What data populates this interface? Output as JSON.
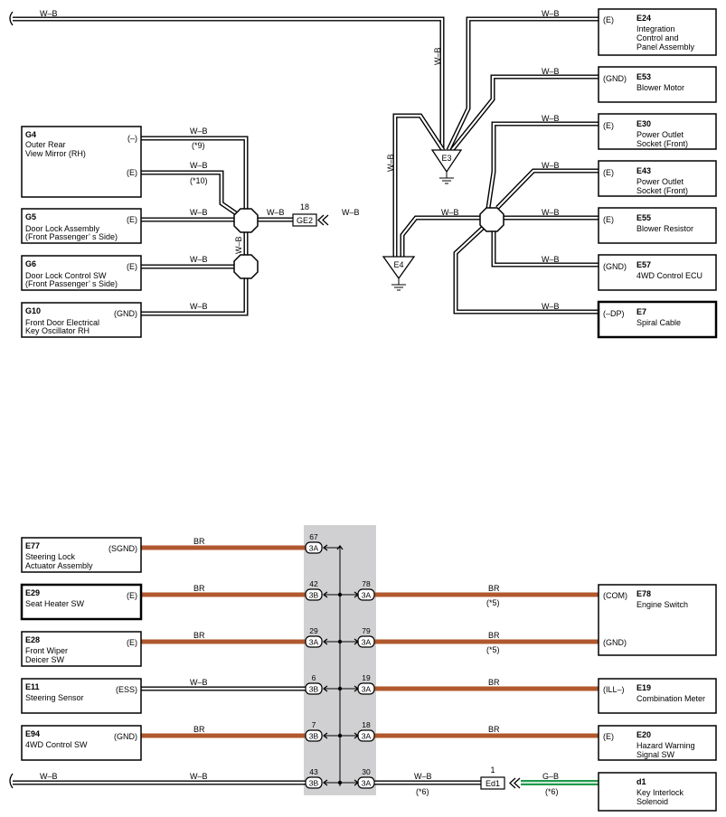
{
  "colors": {
    "wb_outline": "#000000",
    "br_wire": "#b0582e",
    "gb_wire": "#1f9a4a",
    "gb_core": "#ffffff",
    "jb_fill": "#d0d0d2"
  },
  "components": {
    "E24": {
      "code": "E24",
      "lines": [
        "Integration",
        "Control and",
        "Panel Assembly"
      ],
      "pin": "(E)"
    },
    "E53": {
      "code": "E53",
      "lines": [
        "Blower Motor"
      ],
      "pin": "(GND)"
    },
    "E30": {
      "code": "E30",
      "lines": [
        "Power Outlet",
        "Socket (Front)"
      ],
      "pin": "(E)"
    },
    "E43": {
      "code": "E43",
      "lines": [
        "Power Outlet",
        "Socket (Front)"
      ],
      "pin": "(E)"
    },
    "E55": {
      "code": "E55",
      "lines": [
        "Blower Resistor"
      ],
      "pin": "(E)"
    },
    "E57": {
      "code": "E57",
      "lines": [
        "4WD Control ECU"
      ],
      "pin": "(GND)"
    },
    "E7": {
      "code": "E7",
      "lines": [
        "Spiral Cable"
      ],
      "pin": "(–DP)"
    },
    "G4": {
      "code": "G4",
      "lines": [
        "Outer Rear",
        "View Mirror (RH)"
      ],
      "pin1": "(–)",
      "pin2": "(E)"
    },
    "G5": {
      "code": "G5",
      "lines": [
        "Door Lock Assembly",
        "(Front Passenger’ s Side)"
      ],
      "pin": "(E)"
    },
    "G6": {
      "code": "G6",
      "lines": [
        "Door Lock Control SW",
        "(Front Passenger’ s Side)"
      ],
      "pin": "(E)"
    },
    "G10": {
      "code": "G10",
      "lines": [
        "Front Door Electrical",
        "Key Oscillator RH"
      ],
      "pin": "(GND)"
    },
    "E77": {
      "code": "E77",
      "lines": [
        "Steering Lock",
        "Actuator Assembly"
      ],
      "pin": "(SGND)"
    },
    "E29": {
      "code": "E29",
      "lines": [
        "Seat Heater SW"
      ],
      "pin": "(E)"
    },
    "E28": {
      "code": "E28",
      "lines": [
        "Front Wiper",
        "Deicer SW"
      ],
      "pin": "(E)"
    },
    "E11": {
      "code": "E11",
      "lines": [
        "Steering Sensor"
      ],
      "pin": "(ESS)"
    },
    "E94": {
      "code": "E94",
      "lines": [
        "4WD Control SW"
      ],
      "pin": "(GND)"
    },
    "E78": {
      "code": "E78",
      "lines": [
        "Engine Switch"
      ],
      "pin1": "(COM)",
      "pin2": "(GND)"
    },
    "E19": {
      "code": "E19",
      "lines": [
        "Combination Meter"
      ],
      "pin": "(ILL–)"
    },
    "E20": {
      "code": "E20",
      "lines": [
        "Hazard Warning",
        "Signal SW"
      ],
      "pin": "(E)"
    },
    "d1": {
      "code": "d1",
      "lines": [
        "Key Interlock",
        "Solenoid"
      ]
    }
  },
  "grounds": {
    "E3": "E3",
    "E4": "E4"
  },
  "connectors": {
    "GE2": {
      "label": "GE2",
      "pin": "18"
    },
    "Ed1": {
      "label": "Ed1",
      "pin": "1"
    }
  },
  "junction": {
    "left": [
      {
        "pin": "67",
        "label": "3A"
      },
      {
        "pin": "42",
        "label": "3B"
      },
      {
        "pin": "29",
        "label": "3A"
      },
      {
        "pin": "6",
        "label": "3B"
      },
      {
        "pin": "7",
        "label": "3B"
      },
      {
        "pin": "43",
        "label": "3B"
      }
    ],
    "right": [
      {
        "pin": "78",
        "label": "3A"
      },
      {
        "pin": "79",
        "label": "3A"
      },
      {
        "pin": "19",
        "label": "3A"
      },
      {
        "pin": "18",
        "label": "3A"
      },
      {
        "pin": "30",
        "label": "3A"
      }
    ]
  },
  "wire_labels": {
    "wb": "W–B",
    "br": "BR",
    "gb": "G–B"
  },
  "notes": {
    "n9": "(*9)",
    "n10": "(*10)",
    "n5": "(*5)",
    "n6": "(*6)"
  }
}
